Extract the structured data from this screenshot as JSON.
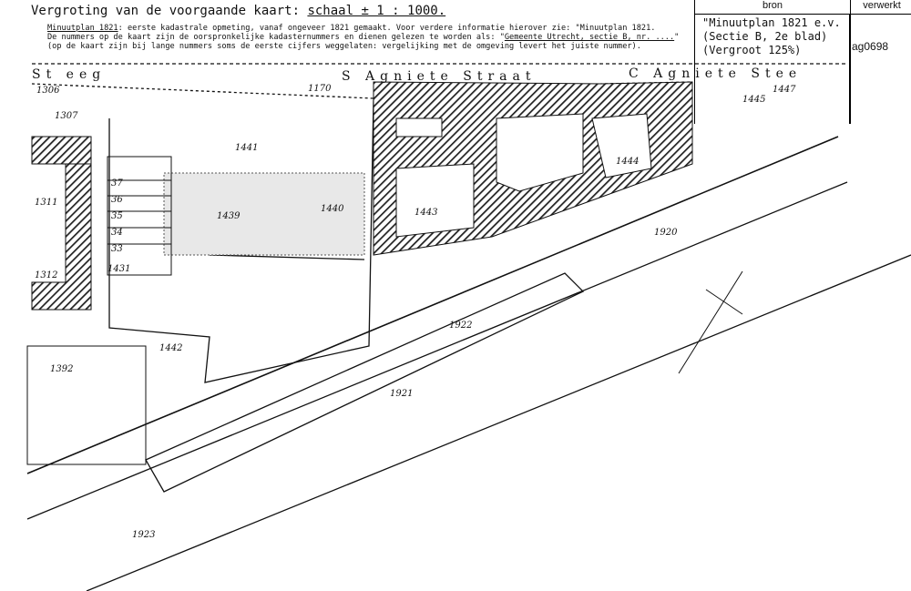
{
  "header": {
    "title_prefix": "Vergroting van de voorgaande kaart: ",
    "title_scale": "schaal ± 1 : 1000.",
    "info_line1_link": "Minuutplan 1821",
    "info_line1": ": eerste kadastrale opmeting, vanaf ongeveer 1821 gemaakt. Voor verdere informatie hierover zie: \"Minuutplan 1821.",
    "info_line2": "De nummers op de kaart zijn de oorspronkelijke kadasternummers en dienen gelezen te worden als: \"",
    "info_line2_link": "Gemeente Utrecht, sectie B, nr. ....",
    "info_line2_end": "\"",
    "info_line3": "(op de kaart zijn bij lange nummers soms de eerste cijfers weggelaten: vergelijking met de omgeving levert het juiste nummer)."
  },
  "source_box": {
    "bron_label": "bron",
    "verwerkt_label": "verwerkt",
    "source_lines": [
      "\"Minuutplan 1821 e.v.",
      "(Sectie B, 2e blad)",
      "(Vergroot 125%)"
    ],
    "code": "ag0698"
  },
  "map": {
    "street_labels": [
      "St eeg",
      "S Agniete Straat",
      "C Agniete Stee"
    ],
    "parcels": [
      "1170",
      "1441",
      "1439",
      "1440",
      "1443",
      "1444",
      "1445",
      "1447",
      "1442",
      "1392",
      "1311",
      "1312",
      "1920",
      "1922",
      "1921",
      "1923",
      "1306",
      "1307",
      "37",
      "36",
      "35",
      "34",
      "33",
      "1431"
    ]
  }
}
